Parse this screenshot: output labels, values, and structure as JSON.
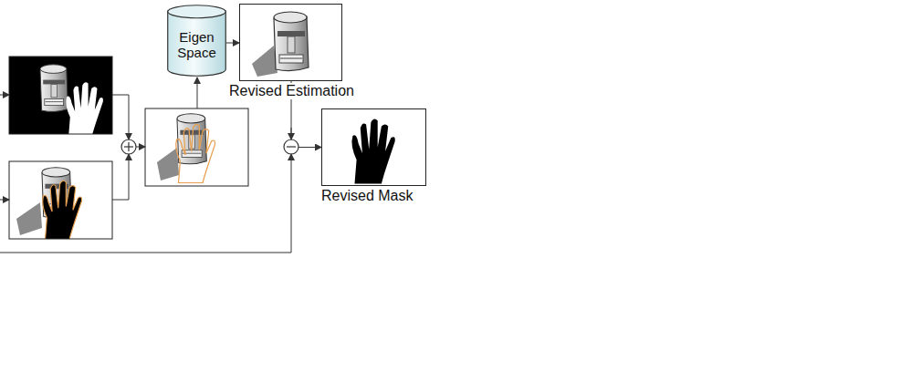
{
  "diagram": {
    "nodes": [
      {
        "text": [
          "Eigen Space"
        ]
      },
      {
        "text": [
          "Revised Estimation"
        ]
      },
      {
        "text": [
          "Revised Mask"
        ]
      }
    ],
    "edges": [
      {
        "from": 0,
        "to": 1,
        "arrow": "to"
      },
      {
        "from": 1,
        "to": 2,
        "arrow": "to"
      }
    ]
  }
}
